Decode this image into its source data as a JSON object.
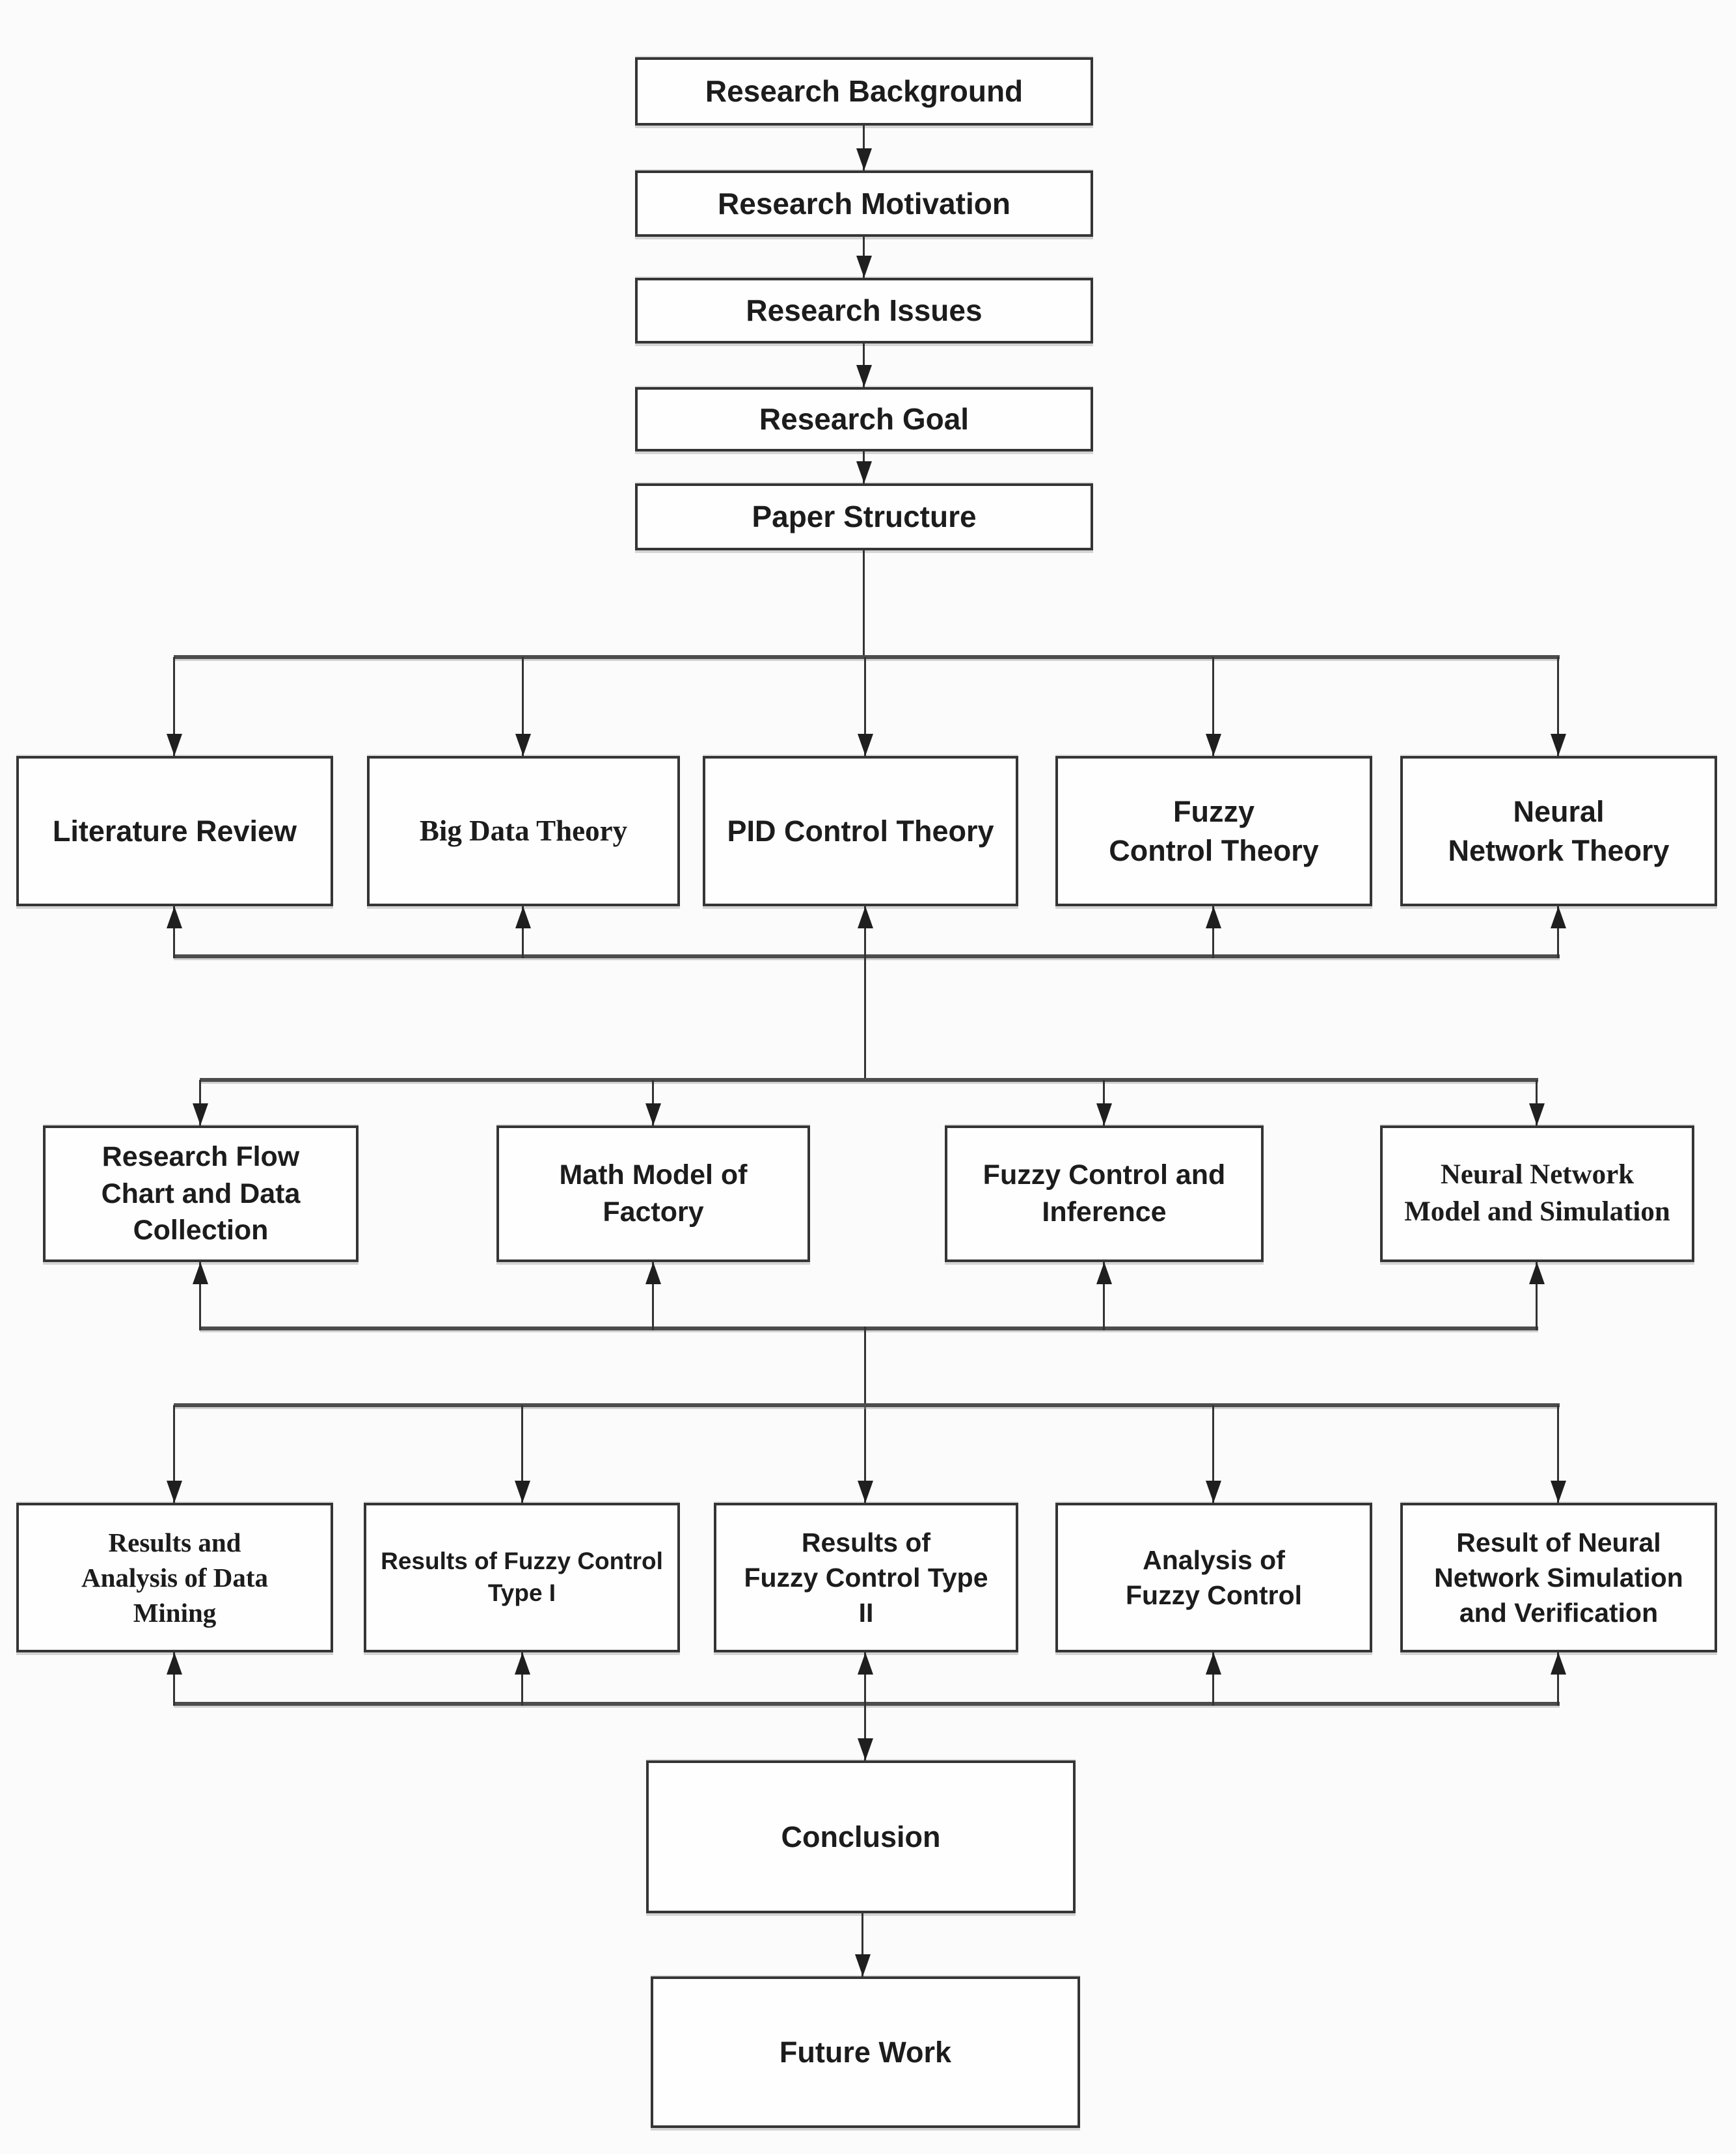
{
  "diagram": {
    "title": "Paper structure flowchart",
    "top_chain": [
      {
        "lines": [
          "Research Background"
        ]
      },
      {
        "lines": [
          "Research Motivation"
        ]
      },
      {
        "lines": [
          "Research Issues"
        ]
      },
      {
        "lines": [
          "Research Goal"
        ]
      },
      {
        "lines": [
          "Paper Structure"
        ]
      }
    ],
    "row_theory": [
      {
        "lines": [
          "Literature Review"
        ]
      },
      {
        "lines": [
          "Big Data Theory"
        ]
      },
      {
        "lines": [
          "PID Control Theory"
        ]
      },
      {
        "lines": [
          "Fuzzy",
          "Control Theory"
        ]
      },
      {
        "lines": [
          "Neural",
          "Network Theory"
        ]
      }
    ],
    "row_method": [
      {
        "lines": [
          "Research Flow",
          "Chart and Data",
          "Collection"
        ]
      },
      {
        "lines": [
          "Math Model of",
          "Factory"
        ]
      },
      {
        "lines": [
          "Fuzzy Control and",
          "Inference"
        ]
      },
      {
        "lines": [
          "Neural Network",
          "Model and Simulation"
        ]
      }
    ],
    "row_results": [
      {
        "lines": [
          "Results and",
          "Analysis of Data",
          "Mining"
        ]
      },
      {
        "lines": [
          "Results of Fuzzy Control",
          "Type I"
        ]
      },
      {
        "lines": [
          "Results of",
          "Fuzzy Control Type",
          "II"
        ]
      },
      {
        "lines": [
          "Analysis of",
          "Fuzzy Control"
        ]
      },
      {
        "lines": [
          "Result of Neural",
          "Network Simulation",
          "and Verification"
        ]
      }
    ],
    "bottom_chain": [
      {
        "lines": [
          "Conclusion"
        ]
      },
      {
        "lines": [
          "Future Work"
        ]
      }
    ],
    "colors": {
      "background": "#fbfbfb",
      "box_border": "#353535",
      "line": "#4c4c4c",
      "arrow": "#1f1f1f",
      "text": "#1c1c1c"
    }
  }
}
